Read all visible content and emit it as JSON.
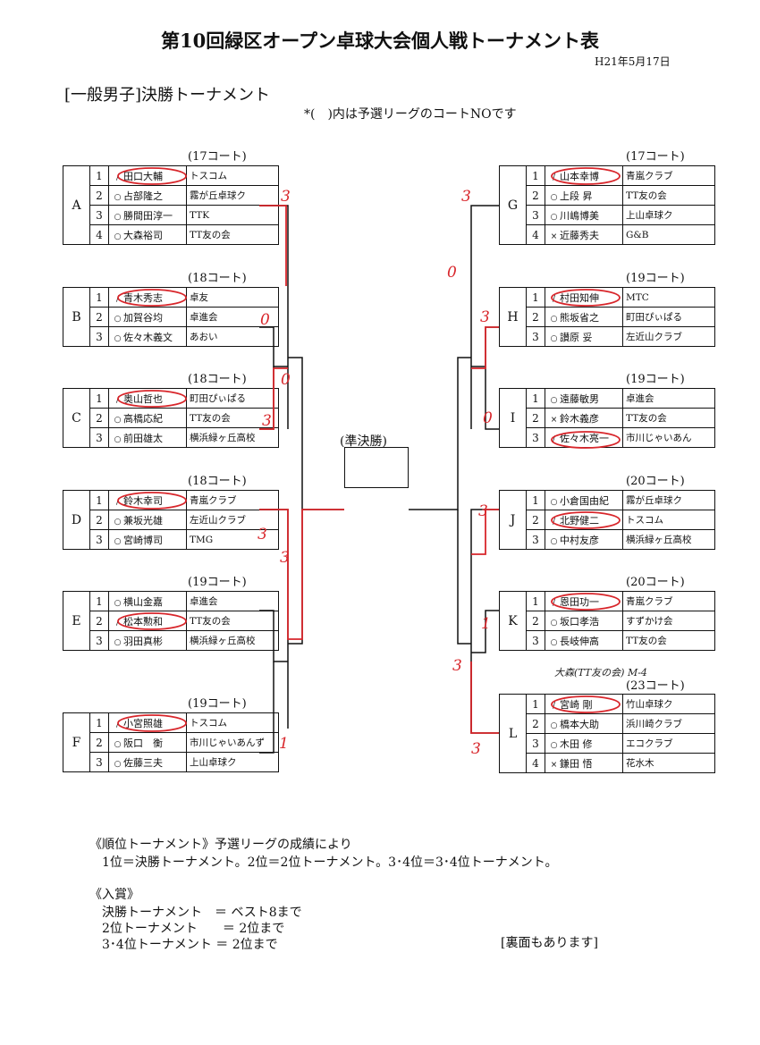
{
  "title": "第10回緑区オープン卓球大会個人戦トーナメント表",
  "date": "H21年5月17日",
  "section_title": "[一般男子]決勝トーナメント",
  "note": "*(　)内は予選リーグのコートNOです",
  "semifinal_label": "(準決勝)",
  "groups": [
    {
      "label": "A",
      "court": "(17コート)",
      "rows": [
        {
          "rank": "1",
          "mark": "/",
          "name": "田口大輔",
          "team": "トスコム"
        },
        {
          "rank": "2",
          "mark": "○",
          "name": "占部隆之",
          "team": "霧が丘卓球ク"
        },
        {
          "rank": "3",
          "mark": "○",
          "name": "勝間田淳一",
          "team": "TTK"
        },
        {
          "rank": "4",
          "mark": "○",
          "name": "大森裕司",
          "team": "TT友の会"
        }
      ]
    },
    {
      "label": "B",
      "court": "(18コート)",
      "rows": [
        {
          "rank": "1",
          "mark": "/",
          "name": "青木秀志",
          "team": "卓友"
        },
        {
          "rank": "2",
          "mark": "○",
          "name": "加賀谷均",
          "team": "卓進会"
        },
        {
          "rank": "3",
          "mark": "○",
          "name": "佐々木義文",
          "team": "あおい"
        }
      ]
    },
    {
      "label": "C",
      "court": "(18コート)",
      "rows": [
        {
          "rank": "1",
          "mark": "/",
          "name": "奥山哲也",
          "team": "町田ぴぃぱる"
        },
        {
          "rank": "2",
          "mark": "○",
          "name": "高橋応紀",
          "team": "TT友の会"
        },
        {
          "rank": "3",
          "mark": "○",
          "name": "前田雄太",
          "team": "横浜緑ヶ丘高校"
        }
      ]
    },
    {
      "label": "D",
      "court": "(18コート)",
      "rows": [
        {
          "rank": "1",
          "mark": "/",
          "name": "鈴木幸司",
          "team": "青嵐クラブ"
        },
        {
          "rank": "2",
          "mark": "○",
          "name": "兼坂光雄",
          "team": "左近山クラブ"
        },
        {
          "rank": "3",
          "mark": "○",
          "name": "宮崎博司",
          "team": "TMG"
        }
      ]
    },
    {
      "label": "E",
      "court": "(19コート)",
      "rows": [
        {
          "rank": "1",
          "mark": "○",
          "name": "横山金嘉",
          "team": "卓進会"
        },
        {
          "rank": "2",
          "mark": "/",
          "name": "松本勲和",
          "team": "TT友の会"
        },
        {
          "rank": "3",
          "mark": "○",
          "name": "羽田真彬",
          "team": "横浜緑ヶ丘高校"
        }
      ]
    },
    {
      "label": "F",
      "court": "(19コート)",
      "rows": [
        {
          "rank": "1",
          "mark": "/",
          "name": "小宮照雄",
          "team": "トスコム"
        },
        {
          "rank": "2",
          "mark": "○",
          "name": "阪口　衡",
          "team": "市川じゃいあんず"
        },
        {
          "rank": "3",
          "mark": "○",
          "name": "佐藤三夫",
          "team": "上山卓球ク"
        }
      ]
    },
    {
      "label": "G",
      "court": "(17コート)",
      "rows": [
        {
          "rank": "1",
          "mark": "/",
          "name": "山本幸博",
          "team": "青嵐クラブ"
        },
        {
          "rank": "2",
          "mark": "○",
          "name": "上段 昇",
          "team": "TT友の会"
        },
        {
          "rank": "3",
          "mark": "○",
          "name": "川嶋博美",
          "team": "上山卓球ク"
        },
        {
          "rank": "4",
          "mark": "×",
          "name": "近藤秀夫",
          "team": "G&B"
        }
      ]
    },
    {
      "label": "H",
      "court": "(19コート)",
      "rows": [
        {
          "rank": "1",
          "mark": "/",
          "name": "村田知伸",
          "team": "MTC"
        },
        {
          "rank": "2",
          "mark": "○",
          "name": "熊坂省之",
          "team": "町田ぴぃぱる"
        },
        {
          "rank": "3",
          "mark": "○",
          "name": "讃原 妥",
          "team": "左近山クラブ"
        }
      ]
    },
    {
      "label": "I",
      "court": "(19コート)",
      "rows": [
        {
          "rank": "1",
          "mark": "○",
          "name": "遠藤敏男",
          "team": "卓進会"
        },
        {
          "rank": "2",
          "mark": "×",
          "name": "鈴木義彦",
          "team": "TT友の会"
        },
        {
          "rank": "3",
          "mark": "/",
          "name": "佐々木亮一",
          "team": "市川じゃいあん"
        }
      ]
    },
    {
      "label": "J",
      "court": "(20コート)",
      "rows": [
        {
          "rank": "1",
          "mark": "○",
          "name": "小倉国由紀",
          "team": "霧が丘卓球ク"
        },
        {
          "rank": "2",
          "mark": "/",
          "name": "北野健二",
          "team": "トスコム"
        },
        {
          "rank": "3",
          "mark": "○",
          "name": "中村友彦",
          "team": "横浜緑ヶ丘高校"
        }
      ]
    },
    {
      "label": "K",
      "court": "(20コート)",
      "rows": [
        {
          "rank": "1",
          "mark": "/",
          "name": "恩田功一",
          "team": "青嵐クラブ"
        },
        {
          "rank": "2",
          "mark": "○",
          "name": "坂口孝浩",
          "team": "すずかけ会"
        },
        {
          "rank": "3",
          "mark": "○",
          "name": "長岐伸高",
          "team": "TT友の会"
        }
      ]
    },
    {
      "label": "L",
      "court": "(23コート)",
      "rows": [
        {
          "rank": "1",
          "mark": "/",
          "name": "宮崎 剛",
          "team": "竹山卓球ク"
        },
        {
          "rank": "2",
          "mark": "○",
          "name": "橋本大助",
          "team": "浜川崎クラブ"
        },
        {
          "rank": "3",
          "mark": "○",
          "name": "木田 修",
          "team": "エコクラブ"
        },
        {
          "rank": "4",
          "mark": "×",
          "name": "鎌田 悟",
          "team": "花水木"
        }
      ]
    }
  ],
  "handwritten_scores": [
    "3",
    "0",
    "0",
    "3",
    "3",
    "3",
    "1",
    "0",
    "3",
    "3",
    "0",
    "3",
    "1",
    "3",
    "3"
  ],
  "handwritten_note": "大森(TT友の会) M-4",
  "footer": {
    "rule_heading": "《順位トーナメント》予選リーグの成績により",
    "rule_text": "1位＝決勝トーナメント。2位＝2位トーナメント。3･4位＝3･4位トーナメント。",
    "prize_heading": "《入賞》",
    "prizes": [
      {
        "label": "決勝トーナメント　＝",
        "value": "ベスト8まで"
      },
      {
        "label": "2位トーナメント　　＝",
        "value": "2位まで"
      },
      {
        "label": "3･4位トーナメント ＝",
        "value": "2位まで"
      }
    ],
    "back_note": "[裏面もあります]"
  },
  "colors": {
    "ink": "#111111",
    "red_pen": "#d8262b"
  }
}
